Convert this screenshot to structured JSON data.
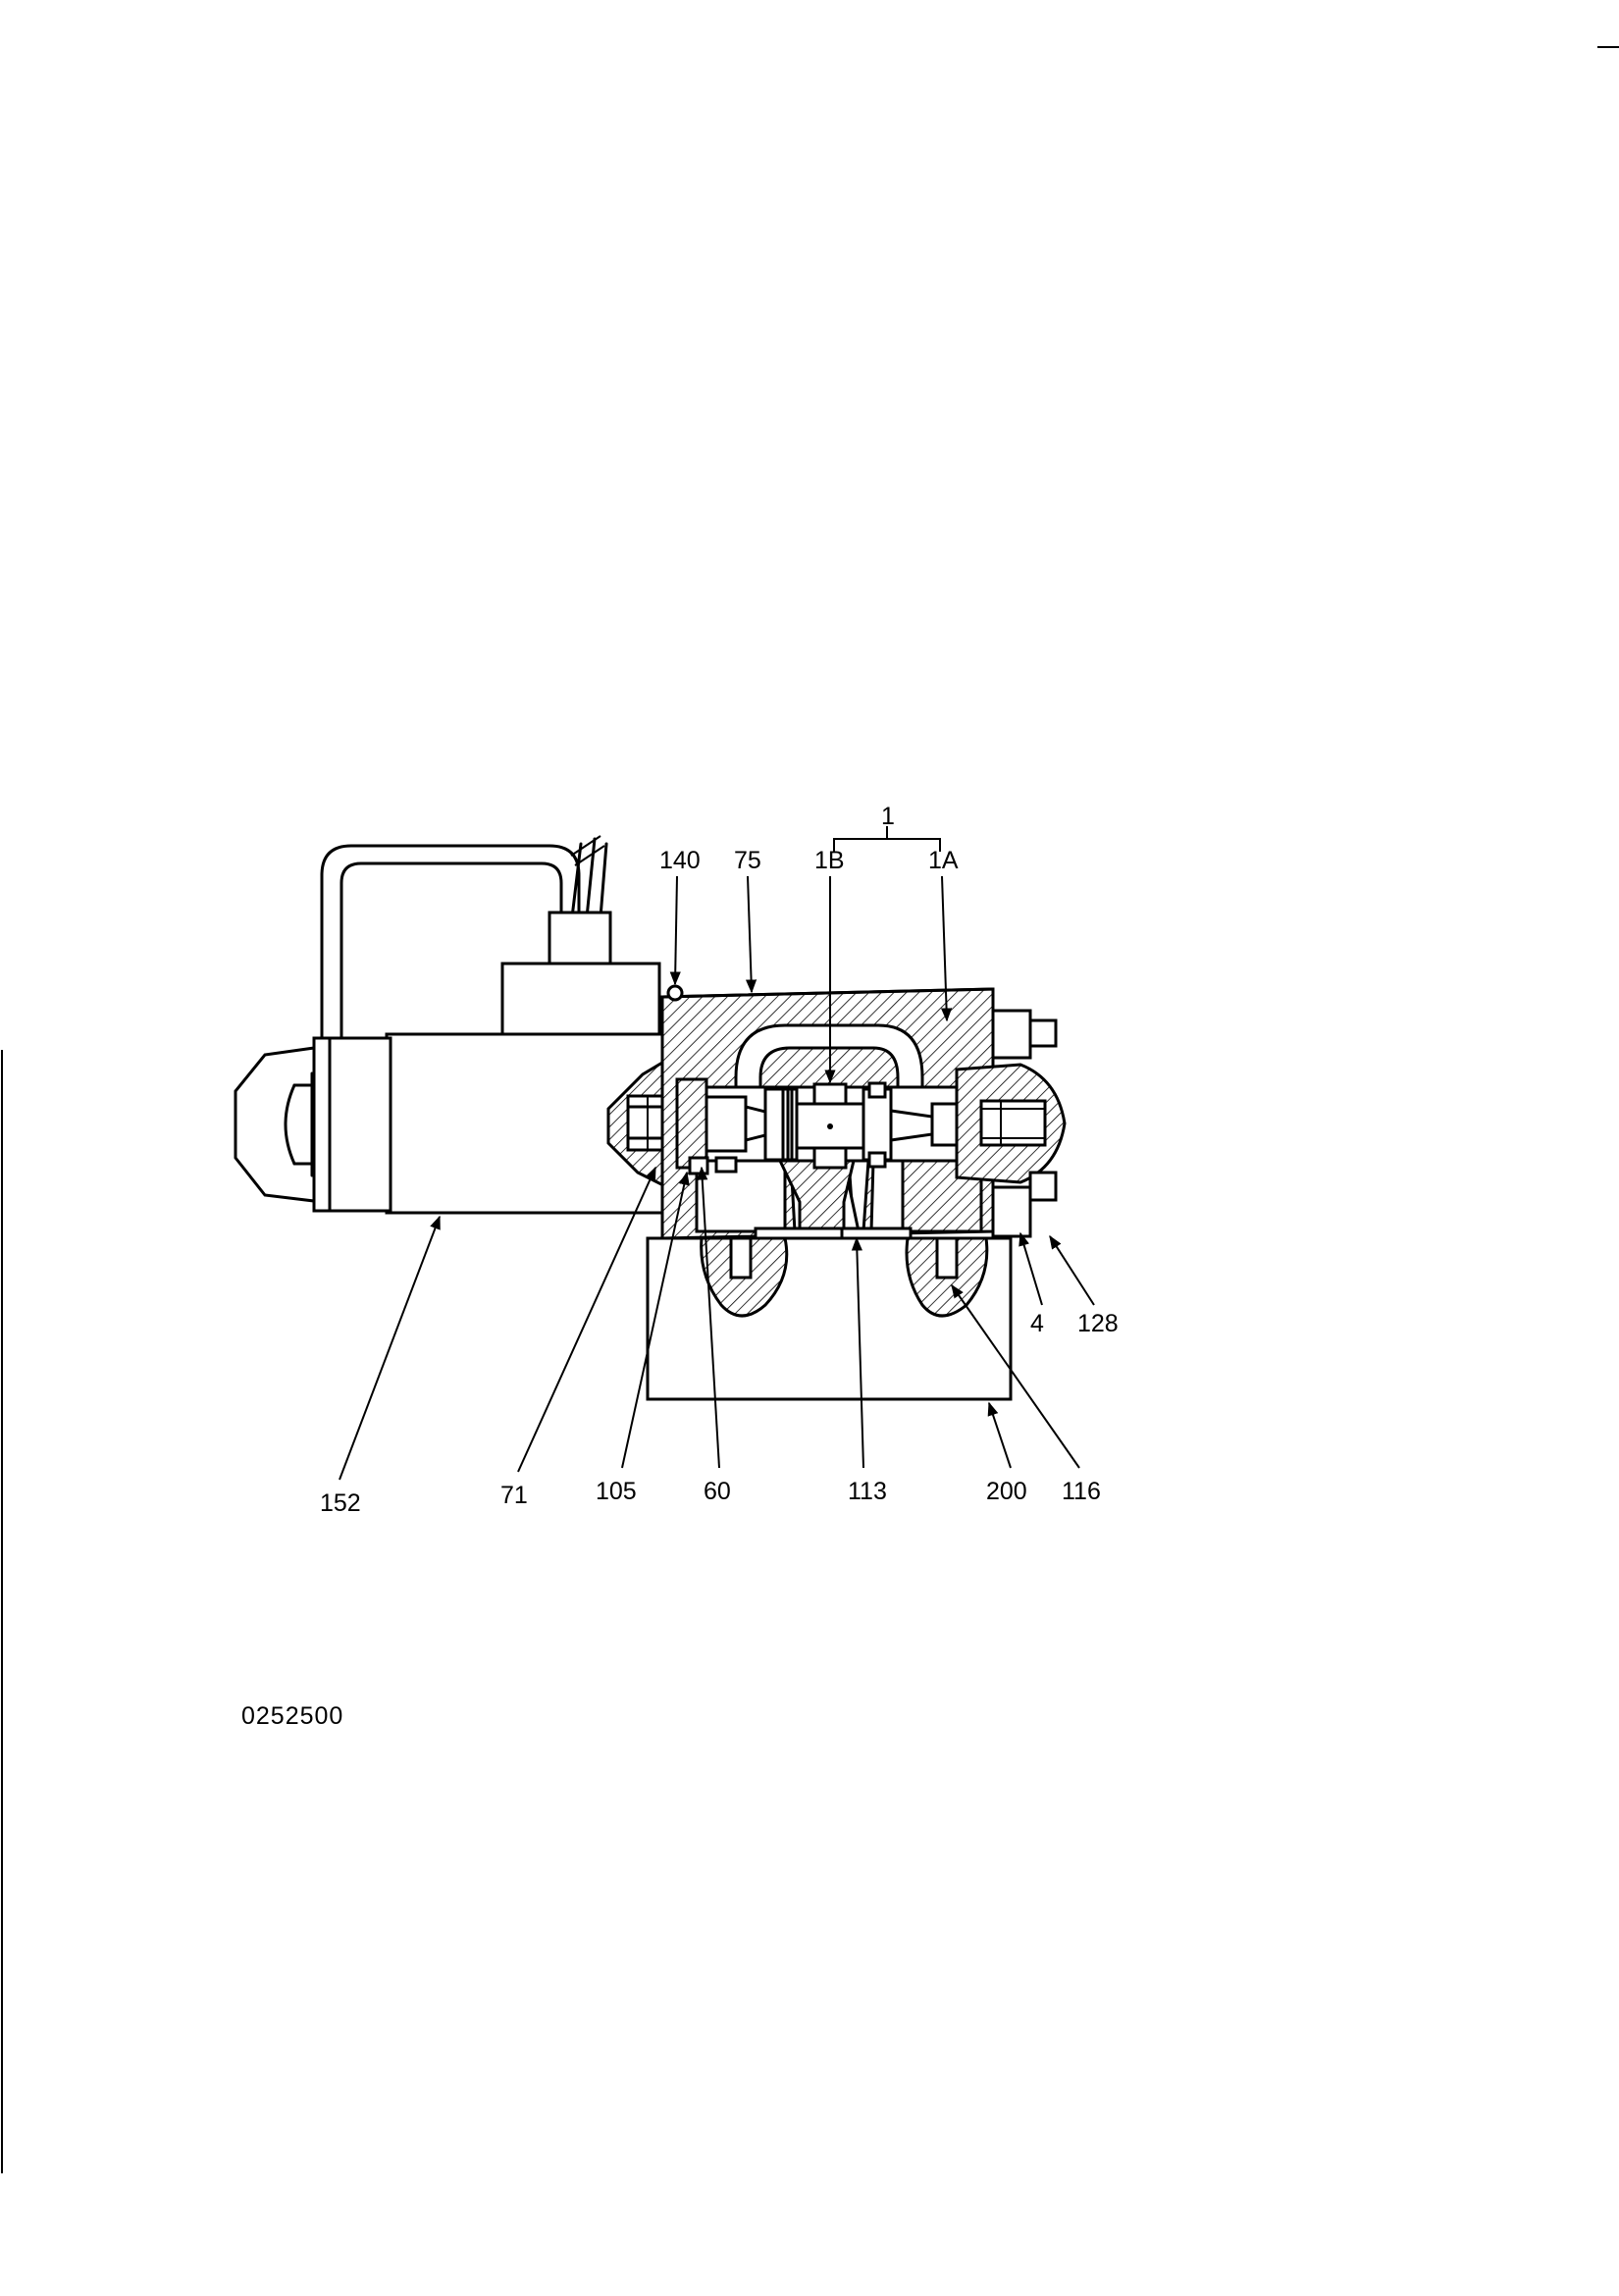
{
  "diagram": {
    "group_label": "1",
    "labels": {
      "l140": "140",
      "l75": "75",
      "l1b": "1B",
      "l1a": "1A",
      "l4": "4",
      "l128": "128",
      "l152": "152",
      "l71": "71",
      "l105": "105",
      "l60": "60",
      "l113": "113",
      "l200": "200",
      "l116": "116"
    }
  },
  "document_number": "0252500"
}
